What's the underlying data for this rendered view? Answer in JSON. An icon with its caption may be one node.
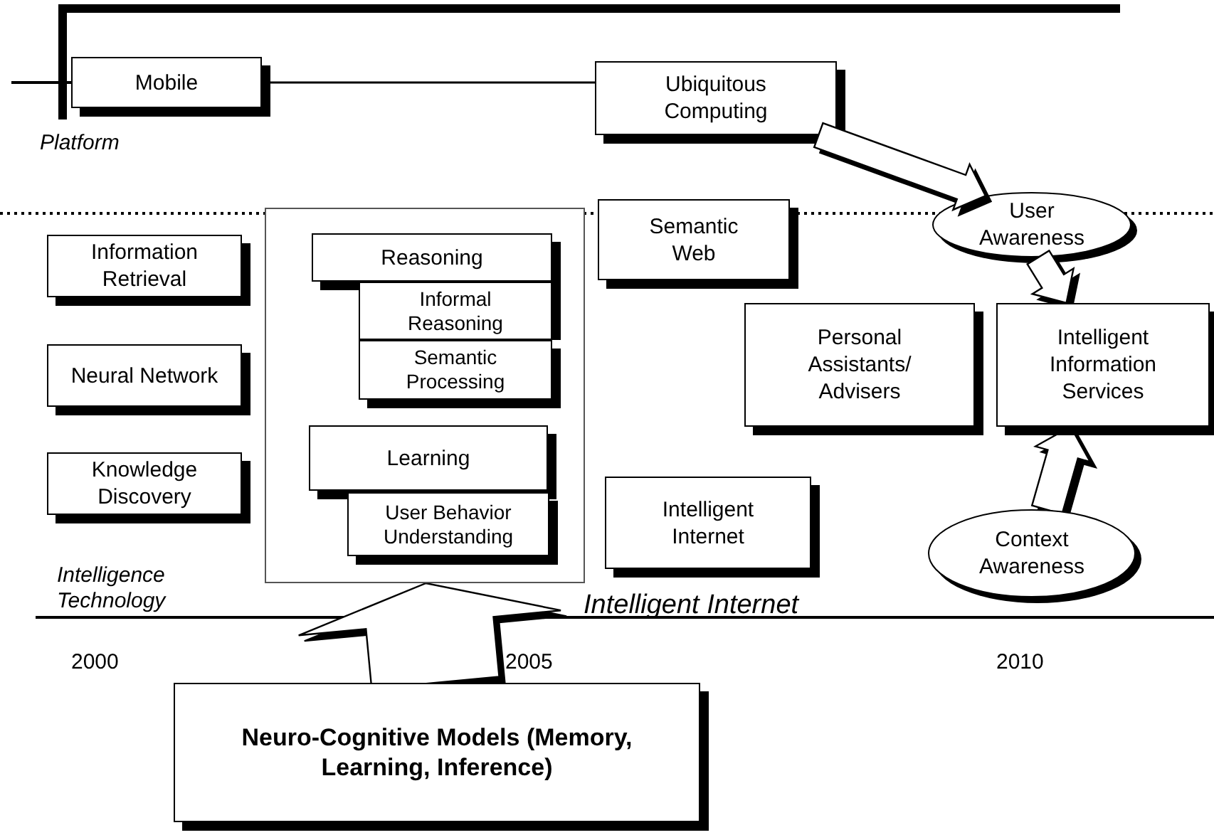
{
  "diagram": {
    "nodes": [
      {
        "text": [
          "Mobile"
        ]
      },
      {
        "text": [
          "Ubiquitous Computing"
        ]
      },
      {
        "text": [
          "User Awareness"
        ]
      },
      {
        "text": [
          "Information Retrieval"
        ]
      },
      {
        "text": [
          "Neural Network"
        ]
      },
      {
        "text": [
          "Knowledge Discovery"
        ]
      },
      {
        "text": [],
        "shape": "box"
      },
      {
        "text": [
          "Reasoning"
        ],
        "in": 6
      },
      {
        "text": [
          "Informal Reasoning"
        ],
        "in": 6
      },
      {
        "text": [
          "Semantic Processing"
        ],
        "in": 6
      },
      {
        "text": [
          "Learning"
        ],
        "in": 6
      },
      {
        "text": [
          "User Behavior Understanding"
        ],
        "in": 6
      },
      {
        "text": [
          "Semantic Web"
        ]
      },
      {
        "text": [
          "Personal Assistants/ Advisers"
        ]
      },
      {
        "text": [
          "Intelligent Information Services"
        ]
      },
      {
        "text": [
          "Intelligent Internet"
        ]
      },
      {
        "text": [
          "Context Awareness"
        ]
      },
      {
        "text": [
          "Neuro-Cognitive Models (Memory, Learning, Inference)"
        ]
      }
    ],
    "edges": [
      {
        "from": 0,
        "to": 1,
        "arrow": "none"
      },
      {
        "from": 1,
        "to": 2,
        "arrow": "to",
        "style": "thick"
      },
      {
        "from": 2,
        "to": 14,
        "arrow": "to",
        "style": "thick"
      },
      {
        "from": 16,
        "to": 14,
        "arrow": "to",
        "style": "thick"
      },
      {
        "from": 17,
        "to": 6,
        "arrow": "to",
        "style": "thick"
      }
    ],
    "labels": [
      "Platform",
      "Intelligence Technology",
      "Intelligent Internet",
      "2000",
      "2005",
      "2010"
    ]
  }
}
